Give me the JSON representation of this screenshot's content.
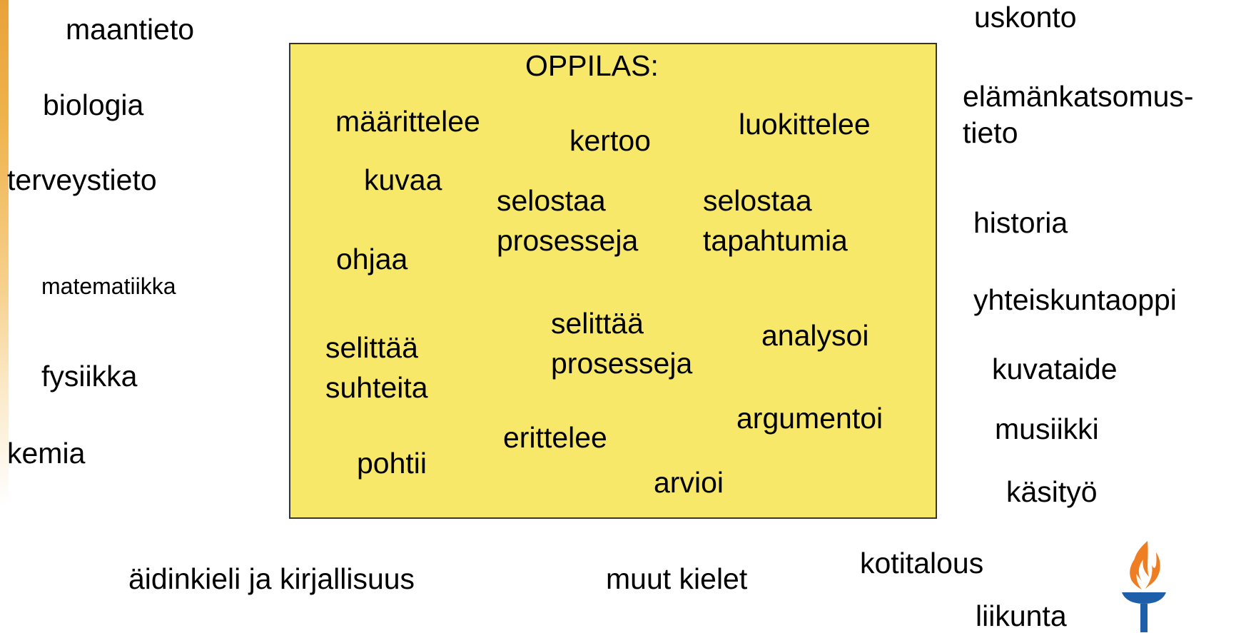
{
  "left_subjects": [
    "maantieto",
    "biologia",
    "terveystieto",
    "matematiikka",
    "fysiikka",
    "kemia"
  ],
  "right_subjects": [
    "uskonto",
    "elämänkatsomus-",
    "tieto",
    "historia",
    "yhteiskuntaoppi",
    "kuvataide",
    "musiikki",
    "käsityö",
    "kotitalous",
    "liikunta"
  ],
  "bottom_subjects": [
    "äidinkieli ja kirjallisuus",
    "muut kielet"
  ],
  "box": {
    "title": "OPPILAS:",
    "verbs": [
      "määrittelee",
      "kertoo",
      "luokittelee",
      "kuvaa",
      "selostaa",
      "prosesseja",
      "selostaa",
      "tapahtumia",
      "ohjaa",
      "selittää",
      "suhteita",
      "selittää",
      "prosesseja",
      "analysoi",
      "argumentoi",
      "erittelee",
      "pohtii",
      "arvioi"
    ]
  },
  "colors": {
    "box_fill": "#f8e86a",
    "flame": "#ef7d22",
    "logo_blue": "#1f5fa9"
  }
}
